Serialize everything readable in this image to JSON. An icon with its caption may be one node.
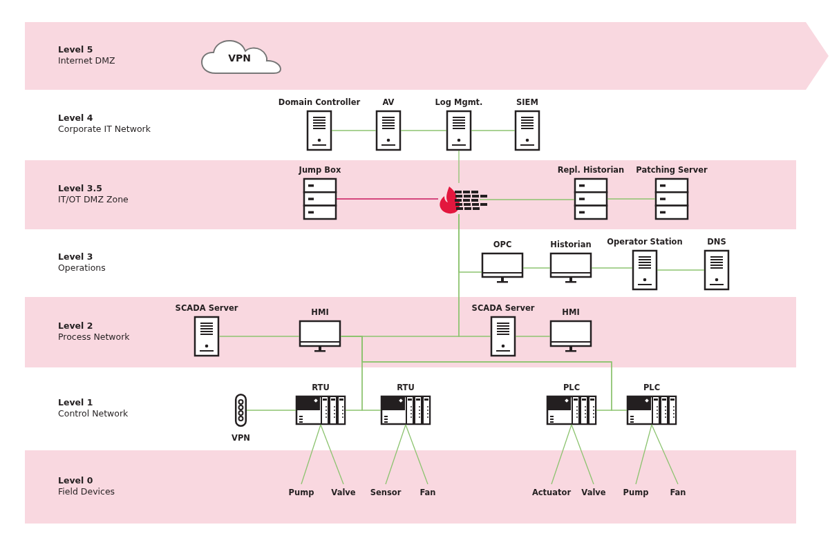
{
  "diagram": {
    "nodes": [
      {
        "text": [
          "Level 5",
          "Internet DMZ"
        ]
      },
      {
        "text": [
          "VPN"
        ],
        "in": 0
      },
      {
        "text": [
          "Level 4",
          "Corporate IT Network"
        ]
      },
      {
        "text": [
          "Domain Controller"
        ],
        "in": 2
      },
      {
        "text": [
          "AV"
        ],
        "in": 2
      },
      {
        "text": [
          "Log Mgmt."
        ],
        "in": 2
      },
      {
        "text": [
          "SIEM"
        ],
        "in": 2
      },
      {
        "text": [
          "Level 3.5",
          "IT/OT DMZ Zone"
        ]
      },
      {
        "text": [
          "Jump Box"
        ],
        "in": 7
      },
      {
        "text": [],
        "shape": "picture",
        "in": 7
      },
      {
        "text": [
          "Repl. Historian"
        ],
        "in": 7
      },
      {
        "text": [
          "Patching Server"
        ],
        "in": 7
      },
      {
        "text": [
          "Level 3",
          "Operations"
        ]
      },
      {
        "text": [
          "OPC"
        ],
        "in": 12
      },
      {
        "text": [
          "Historian"
        ],
        "in": 12
      },
      {
        "text": [
          "Operator Station"
        ],
        "in": 12
      },
      {
        "text": [
          "DNS"
        ],
        "in": 12
      },
      {
        "text": [
          "Level 2",
          "Process Network"
        ]
      },
      {
        "text": [
          "SCADA Server"
        ],
        "in": 17
      },
      {
        "text": [
          "HMI"
        ],
        "in": 17
      },
      {
        "text": [
          "SCADA Server"
        ],
        "in": 17
      },
      {
        "text": [
          "HMI"
        ],
        "in": 17
      },
      {
        "text": [
          "Level 1",
          "Control Network"
        ]
      },
      {
        "text": [
          "VPN"
        ],
        "in": 22
      },
      {
        "text": [
          "RTU"
        ],
        "in": 22
      },
      {
        "text": [
          "RTU"
        ],
        "in": 22
      },
      {
        "text": [
          "PLC"
        ],
        "in": 22
      },
      {
        "text": [
          "PLC"
        ],
        "in": 22
      },
      {
        "text": [
          "Level 0",
          "Field Devices"
        ]
      },
      {
        "text": [
          "Pump"
        ],
        "in": 28
      },
      {
        "text": [
          "Valve"
        ],
        "in": 28
      },
      {
        "text": [
          "Sensor"
        ],
        "in": 28
      },
      {
        "text": [
          "Fan"
        ],
        "in": 28
      },
      {
        "text": [
          "Actuator"
        ],
        "in": 28
      },
      {
        "text": [
          "Valve"
        ],
        "in": 28
      },
      {
        "text": [
          "Pump"
        ],
        "in": 28
      },
      {
        "text": [
          "Fan"
        ],
        "in": 28
      }
    ],
    "edges": [
      {
        "from": 3,
        "to": 4,
        "arrow": "none"
      },
      {
        "from": 4,
        "to": 5,
        "arrow": "none"
      },
      {
        "from": 5,
        "to": 6,
        "arrow": "none"
      },
      {
        "from": 5,
        "to": 9,
        "arrow": "none"
      },
      {
        "from": 8,
        "to": 9,
        "arrow": "none",
        "color": "#c8175d"
      },
      {
        "from": 9,
        "to": 10,
        "arrow": "none"
      },
      {
        "from": 10,
        "to": 11,
        "arrow": "none"
      },
      {
        "from": 9,
        "to": 13,
        "arrow": "none"
      },
      {
        "from": 13,
        "to": 14,
        "arrow": "none"
      },
      {
        "from": 14,
        "to": 15,
        "arrow": "none"
      },
      {
        "from": 15,
        "to": 16,
        "arrow": "none"
      },
      {
        "from": 9,
        "to": 19,
        "arrow": "none"
      },
      {
        "from": 9,
        "to": 20,
        "arrow": "none"
      },
      {
        "from": 18,
        "to": 19,
        "arrow": "none"
      },
      {
        "from": 20,
        "to": 21,
        "arrow": "none"
      },
      {
        "from": 19,
        "to": 24,
        "arrow": "none"
      },
      {
        "from": 19,
        "to": 25,
        "arrow": "none"
      },
      {
        "from": 19,
        "to": 26,
        "arrow": "none"
      },
      {
        "from": 19,
        "to": 27,
        "arrow": "none"
      },
      {
        "from": 23,
        "to": 24,
        "arrow": "none"
      },
      {
        "from": 24,
        "to": 29,
        "arrow": "none"
      },
      {
        "from": 24,
        "to": 30,
        "arrow": "none"
      },
      {
        "from": 25,
        "to": 31,
        "arrow": "none"
      },
      {
        "from": 25,
        "to": 32,
        "arrow": "none"
      },
      {
        "from": 26,
        "to": 33,
        "arrow": "none"
      },
      {
        "from": 26,
        "to": 34,
        "arrow": "none"
      },
      {
        "from": 27,
        "to": 35,
        "arrow": "none"
      },
      {
        "from": 27,
        "to": 36,
        "arrow": "none"
      }
    ]
  }
}
